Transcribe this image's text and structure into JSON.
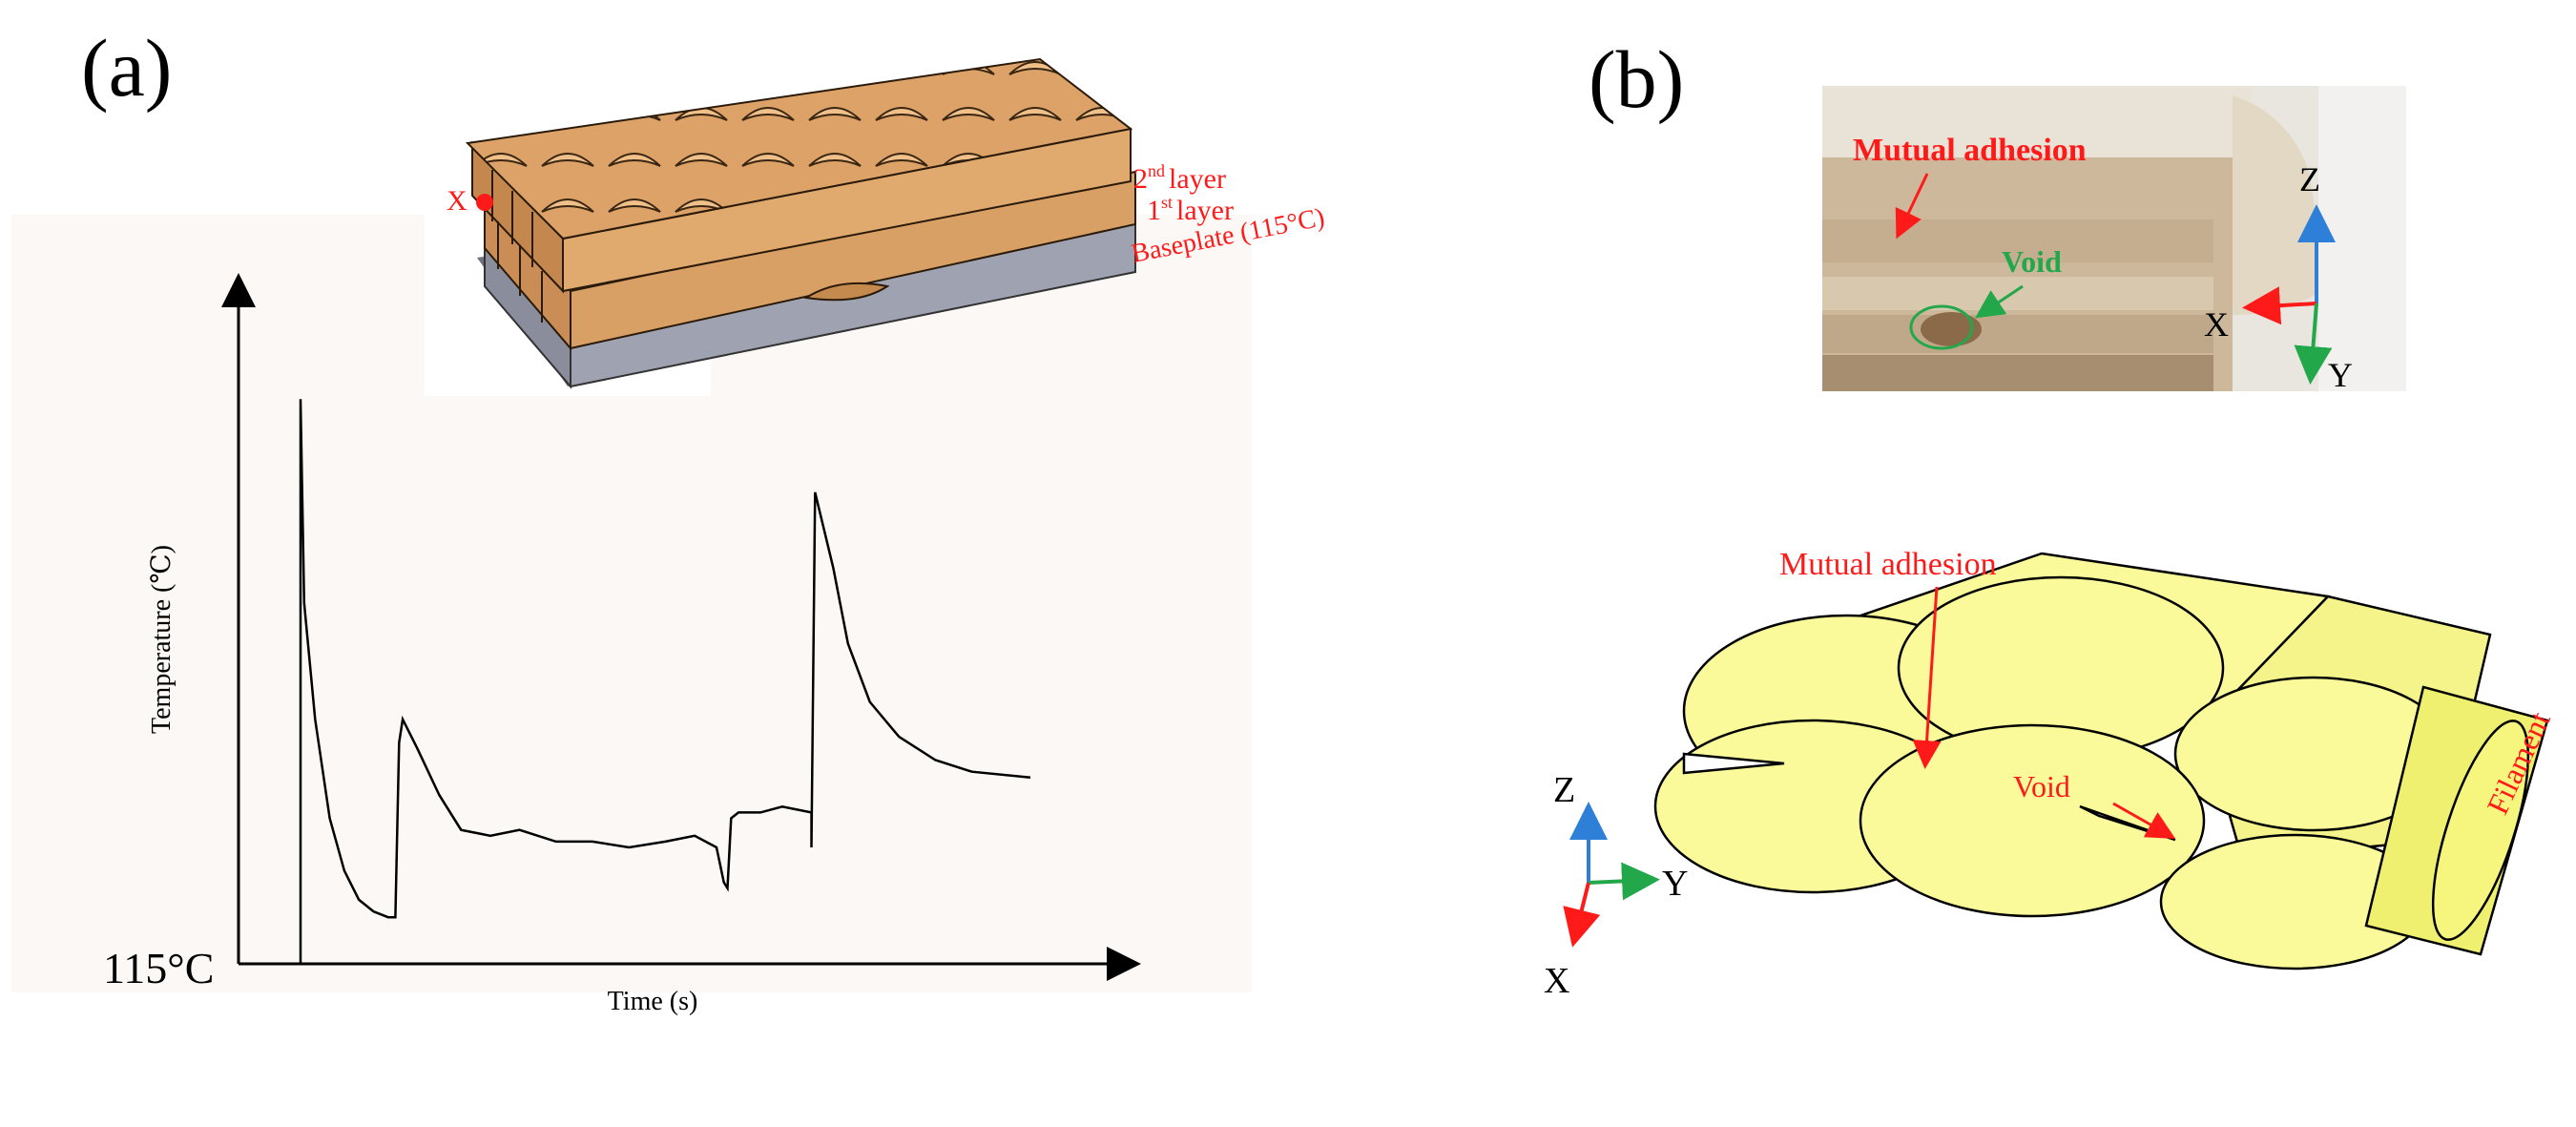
{
  "panel_a": {
    "label": "(a)",
    "layer_2": "2nd layer",
    "layer_2_num": "2",
    "layer_2_sup": "nd",
    "layer_2_word": "layer",
    "layer_1_num": "1",
    "layer_1_sup": "st",
    "layer_1_word": "layer",
    "baseplate": "Baseplate (115°C)",
    "point_label": "X",
    "chart": {
      "ylabel": "Temperature (℃)",
      "xlabel": "Time (s)",
      "y_start": "115°C"
    }
  },
  "panel_b": {
    "label": "(b)",
    "photo": {
      "mutual_adhesion": "Mutual adhesion",
      "void": "Void",
      "axis_z": "Z",
      "axis_x": "X",
      "axis_y": "Y"
    },
    "model": {
      "mutual_adhesion": "Mutual adhesion",
      "void": "Void",
      "filament": "Filament",
      "axis_z": "Z",
      "axis_y": "Y",
      "axis_x": "X"
    }
  },
  "colors": {
    "annotation_red": "#ff1a1a",
    "void_green": "#22a84a",
    "filament_yellow": "#fafa9a",
    "layer_tan": "#dca268",
    "baseplate_grey": "#8a8d9c",
    "axis_blue": "#2d7fd8",
    "axis_green": "#22a84a"
  },
  "chart_data": {
    "type": "line",
    "title": "",
    "xlabel": "Time (s)",
    "ylabel": "Temperature (℃)",
    "y_baseline_label": "115°C",
    "grid": false,
    "x": [
      0.0,
      0.0,
      0.005,
      0.02,
      0.04,
      0.06,
      0.08,
      0.1,
      0.12,
      0.13,
      0.135,
      0.14,
      0.16,
      0.19,
      0.22,
      0.26,
      0.3,
      0.35,
      0.4,
      0.45,
      0.5,
      0.54,
      0.57,
      0.58,
      0.585,
      0.59,
      0.6,
      0.63,
      0.66,
      0.7,
      0.7,
      0.705,
      0.73,
      0.75,
      0.78,
      0.82,
      0.87,
      0.92,
      1.0
    ],
    "y": [
      0.0,
      0.97,
      0.62,
      0.42,
      0.25,
      0.16,
      0.11,
      0.09,
      0.08,
      0.08,
      0.38,
      0.42,
      0.37,
      0.29,
      0.23,
      0.22,
      0.23,
      0.21,
      0.21,
      0.2,
      0.21,
      0.22,
      0.2,
      0.14,
      0.13,
      0.25,
      0.26,
      0.26,
      0.27,
      0.26,
      0.2,
      0.81,
      0.68,
      0.55,
      0.45,
      0.39,
      0.35,
      0.33,
      0.32
    ]
  }
}
